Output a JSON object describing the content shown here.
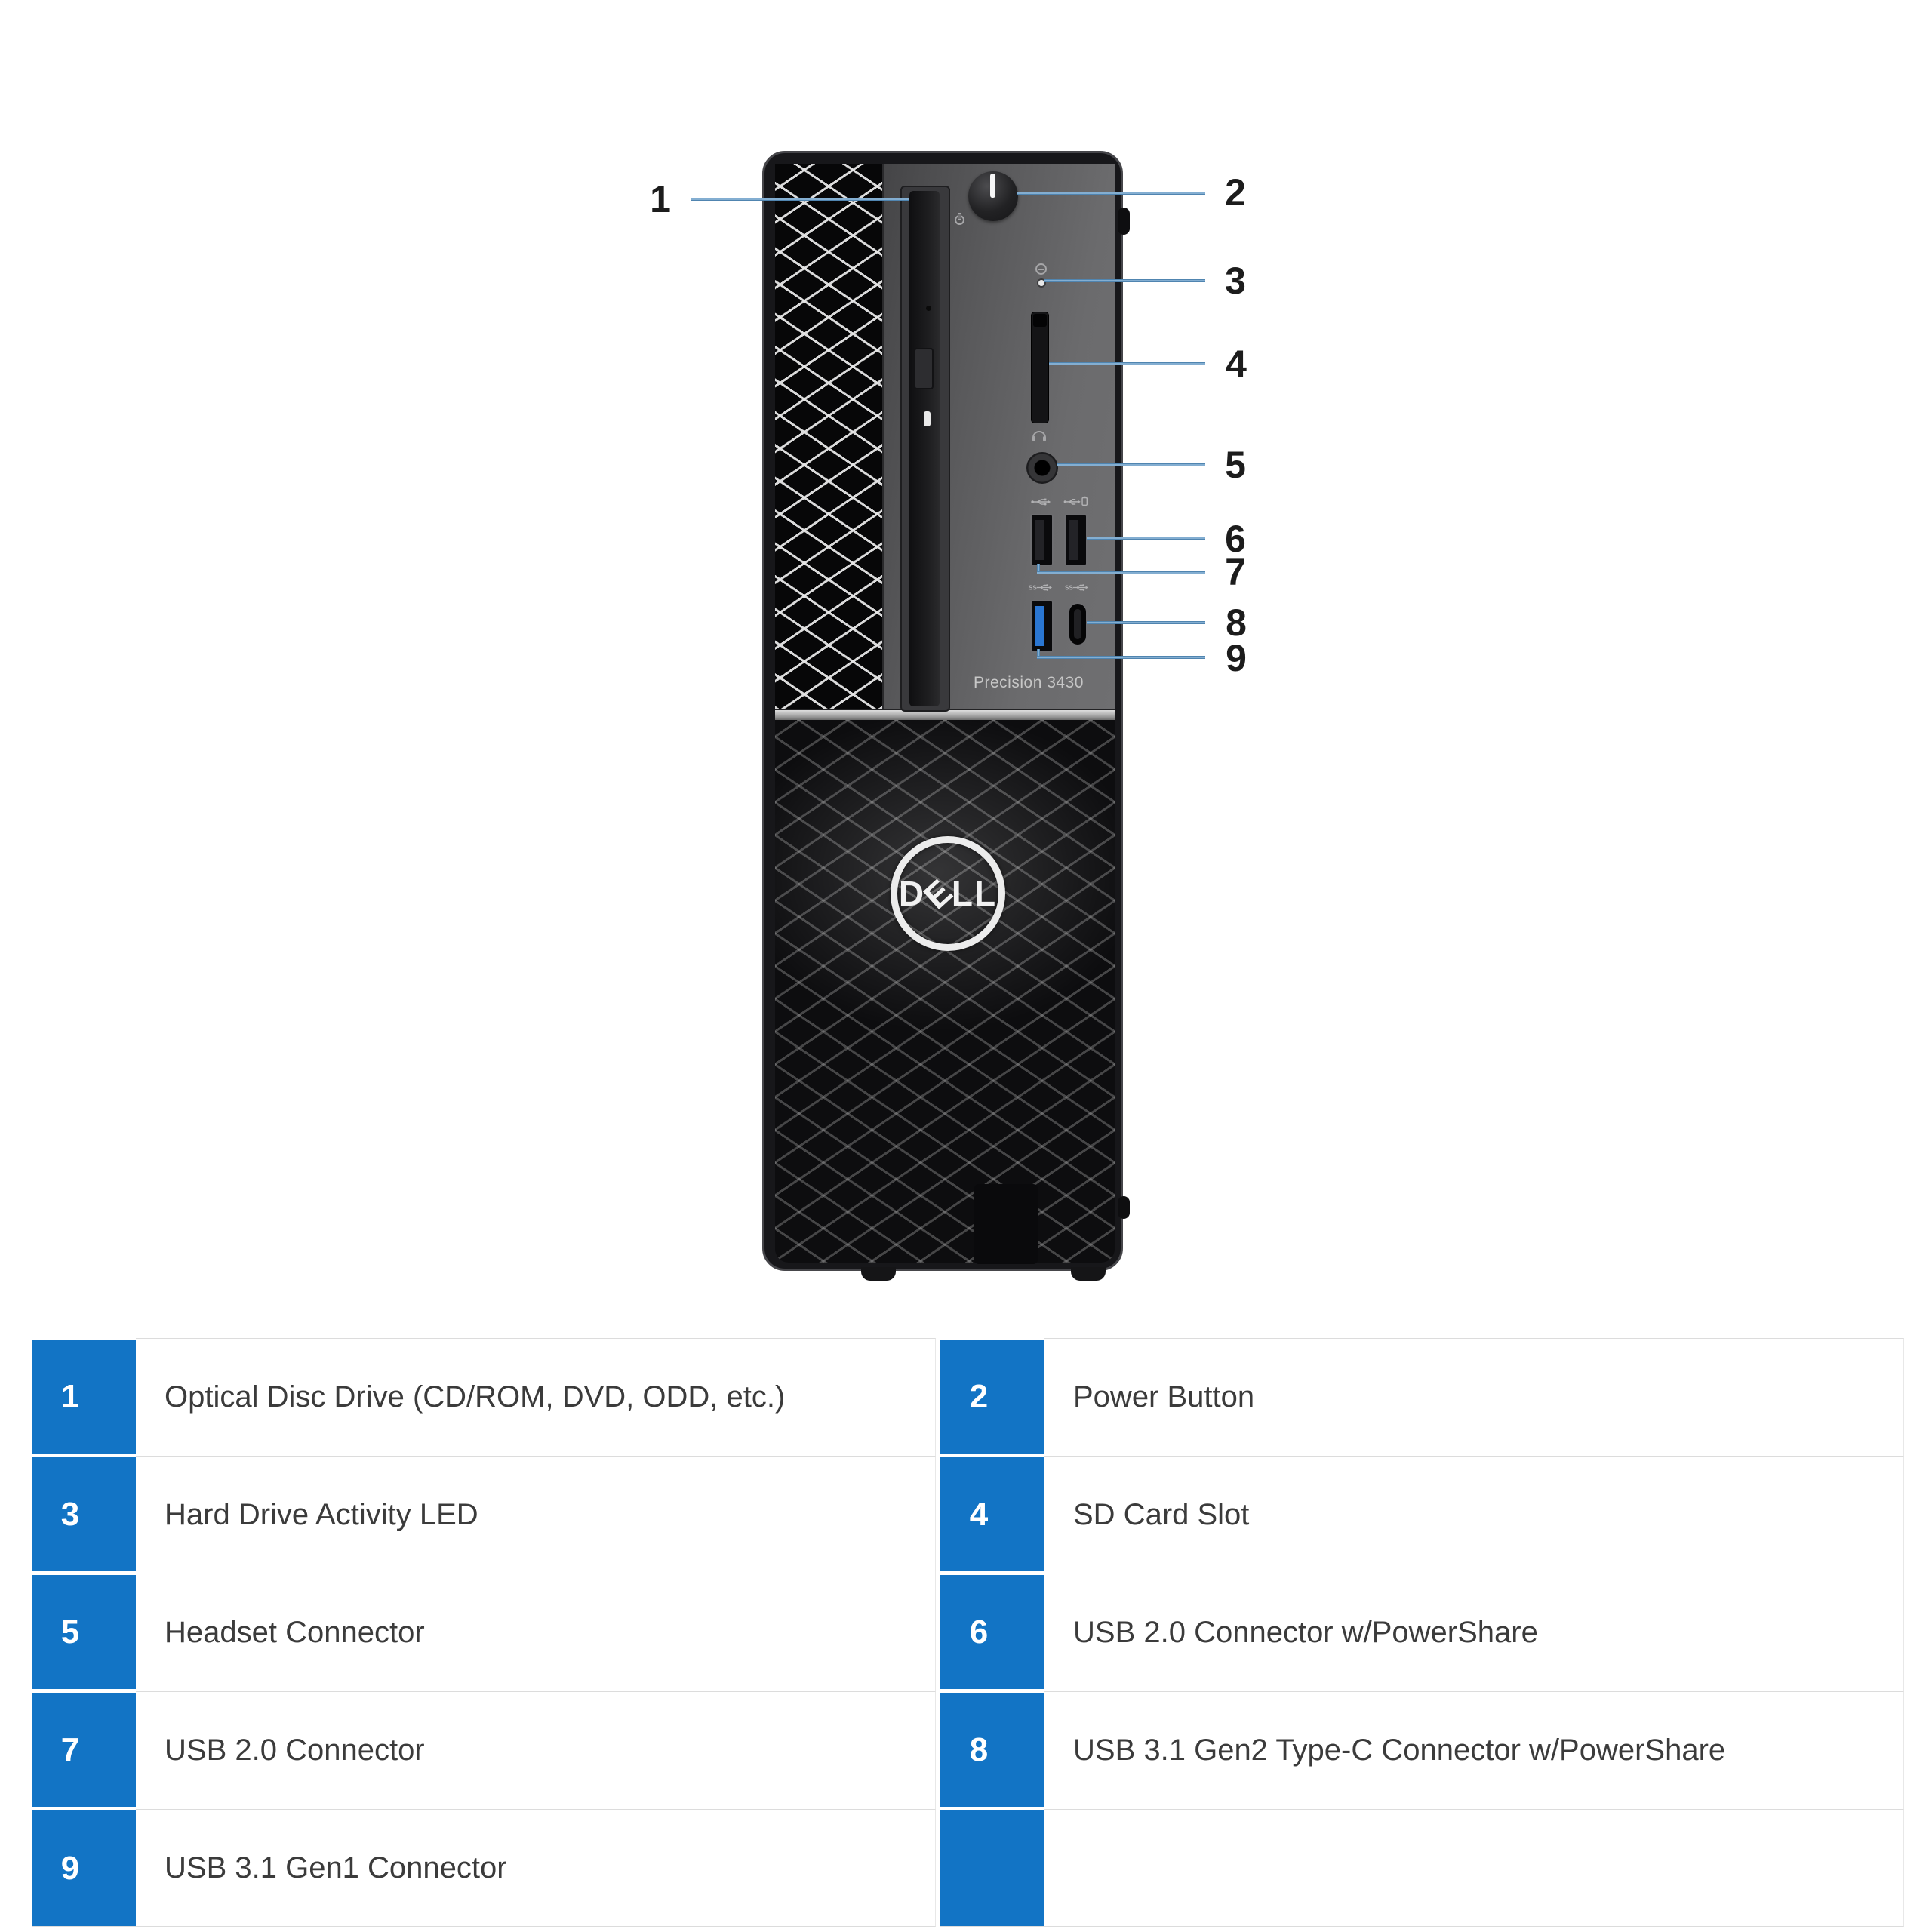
{
  "device": {
    "model_label": "Precision 3430",
    "brand_letters": [
      "D",
      "E",
      "L",
      "L"
    ]
  },
  "legend": {
    "items": [
      {
        "num": "1",
        "label": "Optical Disc Drive (CD/ROM, DVD, ODD, etc.)"
      },
      {
        "num": "2",
        "label": "Power Button"
      },
      {
        "num": "3",
        "label": "Hard Drive Activity LED"
      },
      {
        "num": "4",
        "label": "SD Card Slot"
      },
      {
        "num": "5",
        "label": "Headset Connector"
      },
      {
        "num": "6",
        "label": "USB 2.0 Connector w/PowerShare"
      },
      {
        "num": "7",
        "label": "USB 2.0 Connector"
      },
      {
        "num": "8",
        "label": "USB 3.1 Gen2 Type-C Connector w/PowerShare"
      },
      {
        "num": "9",
        "label": "USB 3.1 Gen1 Connector"
      }
    ]
  },
  "icons": {
    "power_button": "power-icon",
    "hdd_activity": "hdd-led-icon",
    "sd_slot": "sd-card-slot",
    "headset": "headset-icon",
    "usb2": "usb2-icon",
    "usb2_powershare": "usb2-powershare-icon",
    "usb3_gen1": "usb3-ss-icon",
    "usb3_typec": "usb-c-ss-icon",
    "brand": "dell-logo"
  },
  "colors": {
    "accent_blue": "#1274C5",
    "callout_line_blue": "#4c8dc9",
    "description_text": "#3b3b3b",
    "callout_number_text": "#1c1c1c",
    "table_border": "#dcdcdc"
  }
}
